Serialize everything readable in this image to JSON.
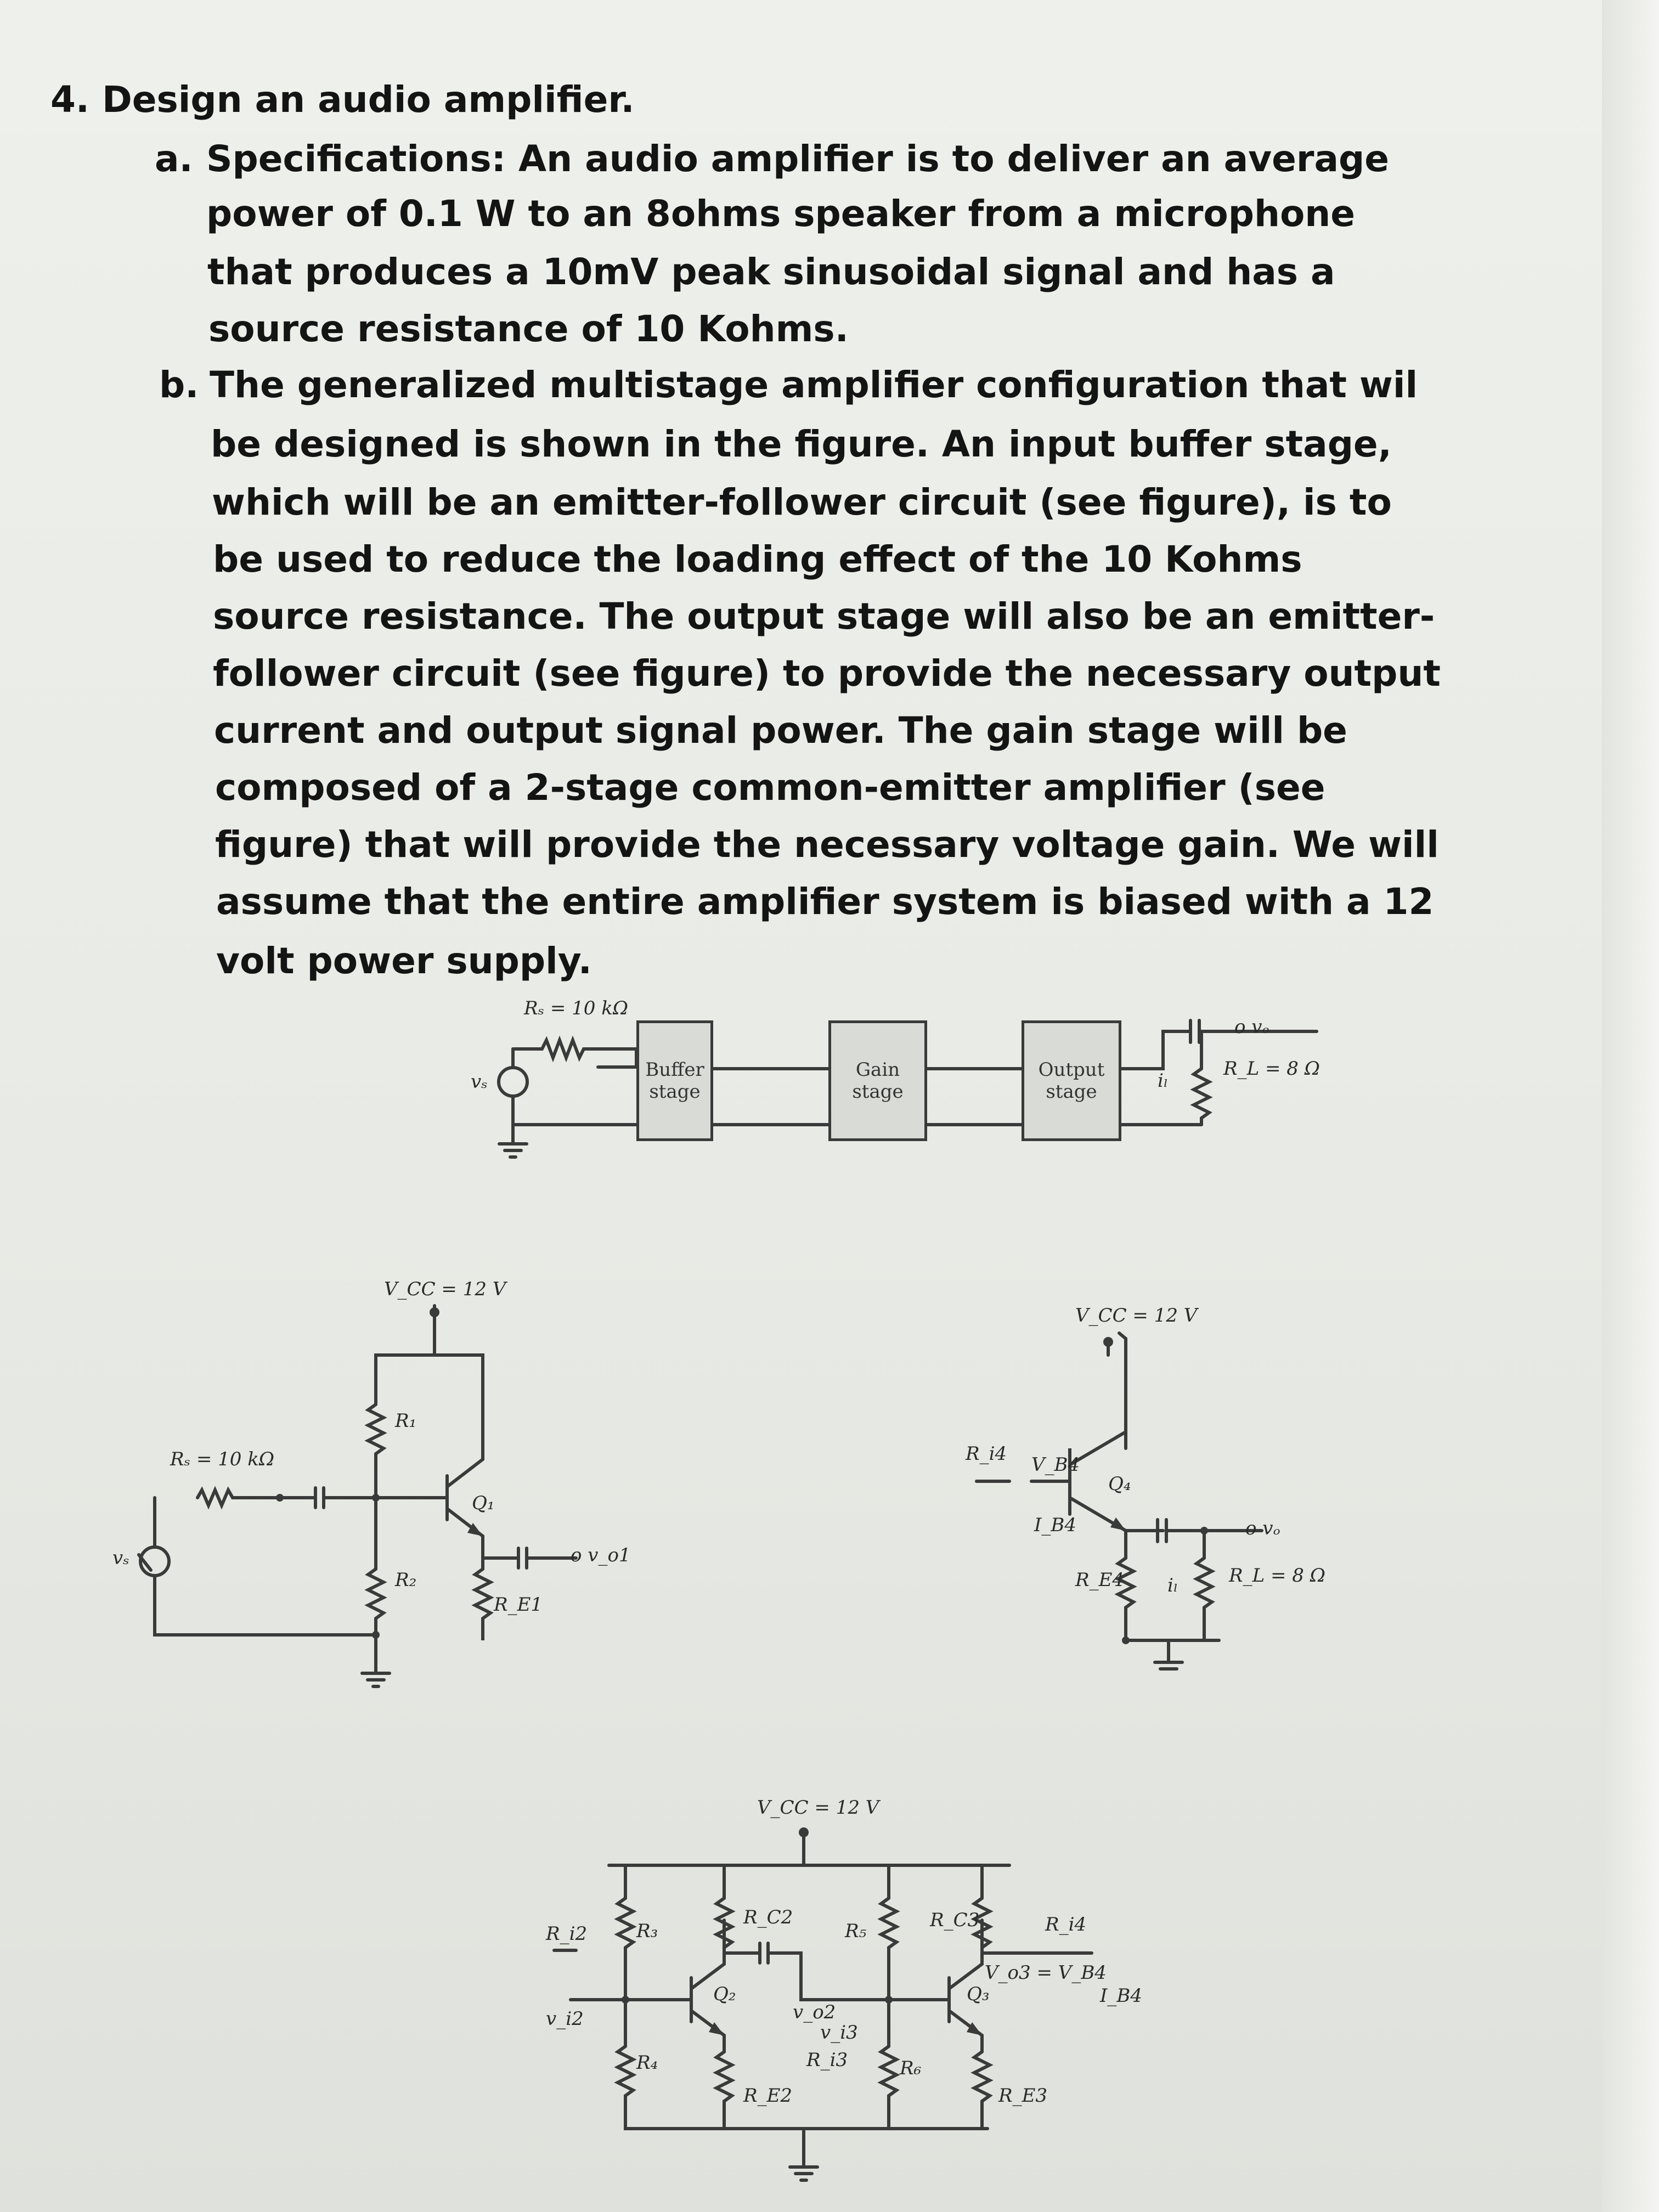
{
  "question": {
    "heading": "4. Design an audio amplifier.",
    "part_a_label": "a.",
    "part_a_lines": [
      "Specifications: An audio amplifier is to deliver an average",
      "power of 0.1 W to an 8ohms speaker from a microphone",
      "that produces a 10mV peak sinusoidal signal and has a",
      "source resistance of 10 Kohms."
    ],
    "part_b_label": "b.",
    "part_b_lines": [
      "The generalized multistage amplifier configuration that wil",
      "be designed is shown in the figure. An input buffer stage,",
      "which will be an emitter-follower circuit (see figure), is to",
      "be used to reduce the loading effect of the 10 Kohms",
      "source resistance. The output stage will also be an emitter-",
      "follower circuit (see figure) to provide the necessary output",
      "current and output signal power. The gain stage will be",
      "composed of a 2-stage common-emitter amplifier (see",
      "figure) that will provide the necessary voltage gain. We will",
      "assume that the entire amplifier system is biased with a 12",
      "volt power supply."
    ]
  },
  "block_diagram": {
    "source_resistor": "Rₛ = 10 kΩ",
    "source_label": "vₛ",
    "buffer_label": [
      "Buffer",
      "stage"
    ],
    "gain_label": [
      "Gain",
      "stage"
    ],
    "output_label": [
      "Output",
      "stage"
    ],
    "load_label": "R_L = 8 Ω",
    "current_label": "iₗ",
    "vo_label": "o vₒ"
  },
  "buffer_circuit": {
    "vcc": "V_CC = 12 V",
    "rs": "Rₛ = 10 kΩ",
    "r1": "R₁",
    "r2": "R₂",
    "transistor": "Q₁",
    "re": "R_E1",
    "output": "o v_o1",
    "source": "vₛ"
  },
  "output_circuit": {
    "vcc": "V_CC = 12 V",
    "r_in": "R_i4",
    "vb": "V_B4",
    "ib": "I_B4",
    "transistor": "Q₄",
    "re": "R_E4",
    "il": "iₗ",
    "rl": "R_L = 8 Ω",
    "vo": "o vₒ"
  },
  "gain_circuit": {
    "vcc": "V_CC = 12 V",
    "ri2": "R_i2",
    "r3": "R₃",
    "r4": "R₄",
    "rc2": "R_C2",
    "re2": "R_E2",
    "q2": "Q₂",
    "r5": "R₅",
    "r6": "R₆",
    "rc3": "R_C3",
    "re3": "R_E3",
    "q3": "Q₃",
    "ri3": "R_i3",
    "ri4": "R_i4",
    "vo2": "v_o2",
    "vo3": "V_o3 = V_B4",
    "vi3": "v_i3",
    "ib4": "I_B4",
    "vin": "v_i2"
  }
}
